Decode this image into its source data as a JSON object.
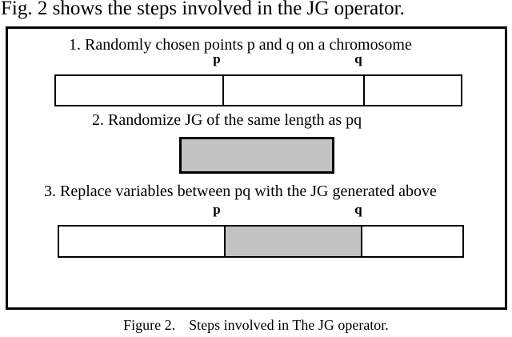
{
  "page": {
    "intro": "Fig. 2 shows the steps involved in the JG operator.",
    "caption_label": "Figure 2.",
    "caption_text": "Steps involved in The JG operator."
  },
  "diagram": {
    "step1_label": "1. Randomly chosen points p and q on a chromosome",
    "step2_label": "2. Randomize JG of the same length as pq",
    "step3_label": "3. Replace variables between pq with the JG generated above",
    "marker_p": "p",
    "marker_q": "q",
    "colors": {
      "jg_fill": "#c2c2c2",
      "outline": "#000000",
      "background": "#ffffff"
    }
  }
}
